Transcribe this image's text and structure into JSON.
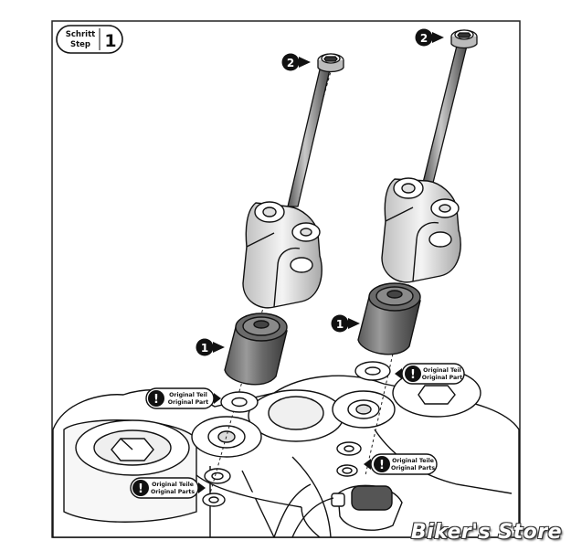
{
  "step": {
    "line1": "Schritt",
    "line2": "Step",
    "number": "1"
  },
  "markers": {
    "one": "1",
    "two": "2"
  },
  "callouts": {
    "original_part_de": "Original Teil",
    "original_part_en": "Original Part",
    "original_parts_de": "Original Teile",
    "original_parts_en": "Original Parts",
    "exclamation": "!"
  },
  "watermark": "Biker's Store",
  "colors": {
    "ink": "#111111",
    "part_fill": "#ffffff",
    "riser_shade": "#d4d4d4",
    "bushing": "#555555",
    "frame": "#222222"
  }
}
